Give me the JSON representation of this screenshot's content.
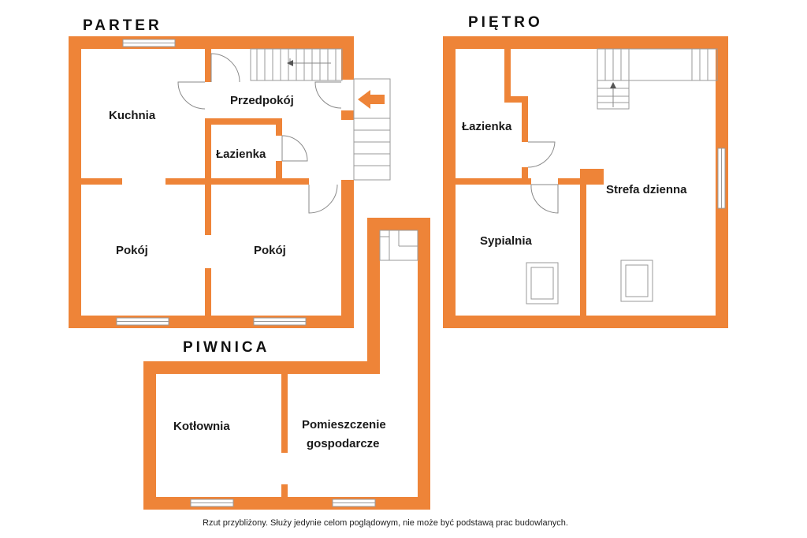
{
  "sections": {
    "parter": "PARTER",
    "pietro": "PIĘTRO",
    "piwnica": "PIWNICA"
  },
  "rooms": {
    "kuchnia": "Kuchnia",
    "przedpokoj": "Przedpokój",
    "lazienka_parter": "Łazienka",
    "pokoj_1": "Pokój",
    "pokoj_2": "Pokój",
    "lazienka_pietro": "Łazienka",
    "strefa_dzienna": "Strefa dzienna",
    "sypialnia": "Sypialnia",
    "kotlownia": "Kotłownia",
    "pomieszczenie_line1": "Pomieszczenie",
    "pomieszczenie_line2": "gospodarcze"
  },
  "footnote": "Rzut przybliżony. Służy jedynie celom poglądowym, nie może być podstawą prac budowlanych.",
  "colors": {
    "wall": "#ee8438",
    "background": "#ffffff"
  }
}
